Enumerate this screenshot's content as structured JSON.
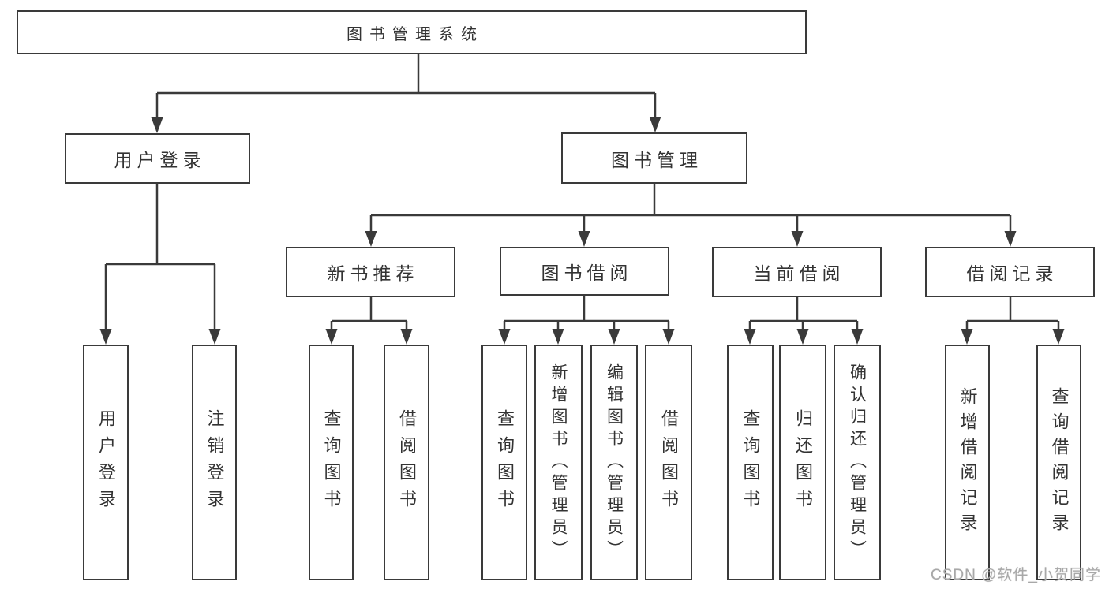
{
  "diagram_title": "图书管理系统",
  "tree": {
    "label": "图书管理系统",
    "children": [
      {
        "label": "用户登录",
        "children": [
          {
            "label": "用户登录"
          },
          {
            "label": "注销登录"
          }
        ]
      },
      {
        "label": "图书管理",
        "children": [
          {
            "label": "新书推荐",
            "children": [
              {
                "label": "查询图书"
              },
              {
                "label": "借阅图书"
              }
            ]
          },
          {
            "label": "图书借阅",
            "children": [
              {
                "label": "查询图书"
              },
              {
                "label": "新增图书（管理员）"
              },
              {
                "label": "编辑图书（管理员）"
              },
              {
                "label": "借阅图书"
              }
            ]
          },
          {
            "label": "当前借阅",
            "children": [
              {
                "label": "查询图书"
              },
              {
                "label": "归还图书"
              },
              {
                "label": "确认归还（管理员）"
              }
            ]
          },
          {
            "label": "借阅记录",
            "children": [
              {
                "label": "新增借阅记录"
              },
              {
                "label": "查询借阅记录"
              }
            ]
          }
        ]
      }
    ]
  },
  "watermark": "CSDN @软件_小贺同学",
  "colors": {
    "line": "#3a3a3a",
    "text": "#333333",
    "watermark": "#a8a8a8",
    "node_background": "#ffffff",
    "page_background": "#ffffff"
  }
}
